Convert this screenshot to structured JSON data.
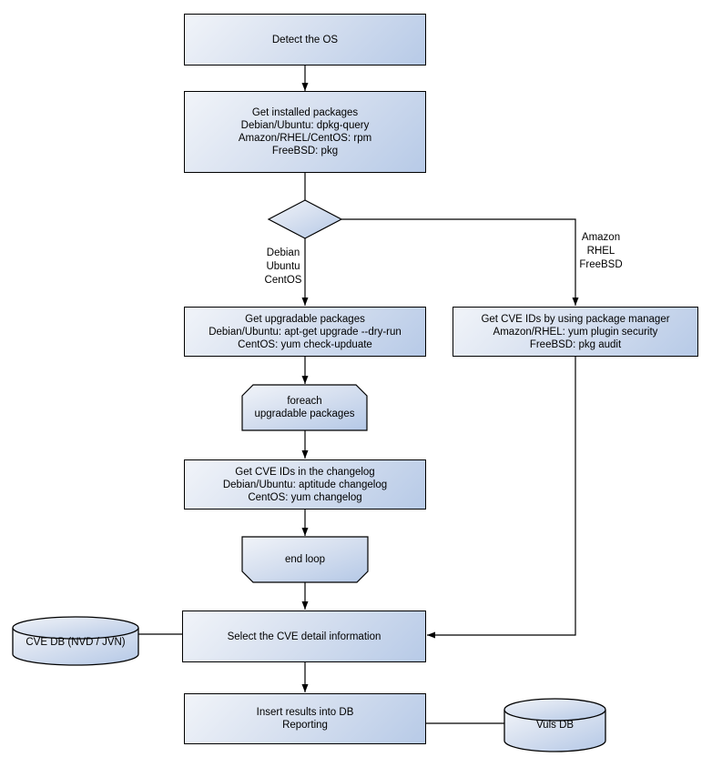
{
  "colors": {
    "background": "#ffffff",
    "shape_gradient_top": "#f1f4f9",
    "shape_gradient_bottom": "#b7cae7",
    "border": "#000000",
    "text": "#000000"
  },
  "nodes": {
    "detect_os": {
      "type": "process",
      "lines": [
        "Detect the OS"
      ]
    },
    "get_installed_packages": {
      "type": "process",
      "lines": [
        "Get installed packages",
        "Debian/Ubuntu: dpkg-query",
        "Amazon/RHEL/CentOS: rpm",
        "FreeBSD: pkg"
      ]
    },
    "os_decision": {
      "type": "decision",
      "lines": []
    },
    "get_upgradable_packages": {
      "type": "process",
      "lines": [
        "Get upgradable packages",
        "Debian/Ubuntu: apt-get upgrade --dry-run",
        "CentOS: yum check-upduate"
      ]
    },
    "get_cve_ids_package_manager": {
      "type": "process",
      "lines": [
        "Get CVE IDs by using package manager",
        "Amazon/RHEL: yum plugin security",
        "FreeBSD: pkg audit"
      ]
    },
    "foreach_loop_start": {
      "type": "loop-start",
      "lines": [
        "foreach",
        "upgradable packages"
      ]
    },
    "get_cve_ids_changelog": {
      "type": "process",
      "lines": [
        "Get CVE IDs in the changelog",
        "Debian/Ubuntu: aptitude changelog",
        "CentOS: yum changelog"
      ]
    },
    "end_loop": {
      "type": "loop-end",
      "lines": [
        "end loop"
      ]
    },
    "select_cve_detail": {
      "type": "process",
      "lines": [
        "Select the CVE detail information"
      ]
    },
    "cve_db": {
      "type": "database",
      "lines": [
        "CVE DB (NVD / JVN)"
      ]
    },
    "insert_results": {
      "type": "process",
      "lines": [
        "Insert results into DB",
        "Reporting"
      ]
    },
    "vuls_db": {
      "type": "database",
      "lines": [
        "Vuls DB"
      ]
    }
  },
  "edge_labels": {
    "left_branch": {
      "lines": [
        "Debian",
        "Ubuntu",
        "CentOS"
      ]
    },
    "right_branch": {
      "lines": [
        "Amazon",
        "RHEL",
        "FreeBSD"
      ]
    }
  }
}
